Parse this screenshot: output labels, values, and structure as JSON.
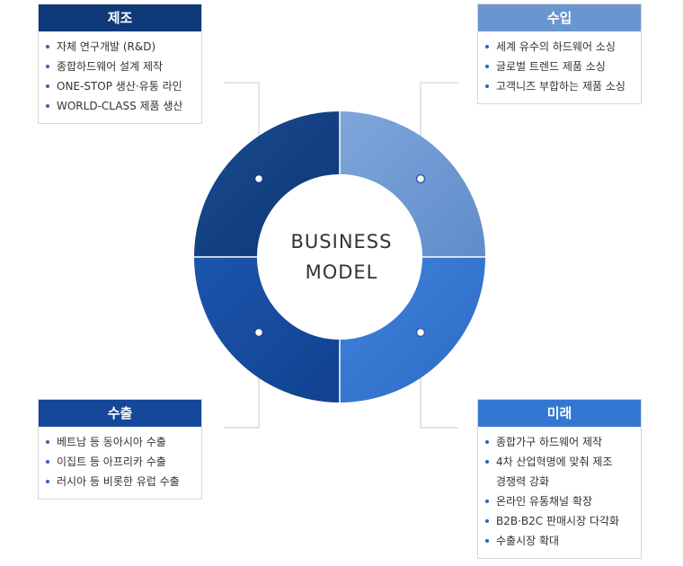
{
  "center": {
    "line1": "BUSINESS",
    "line2": "MODEL"
  },
  "colors": {
    "manufacturing": "#0e3a7a",
    "import": "#6a96cf",
    "export": "#15489a",
    "future": "#3477d2",
    "bullet": "#2a66c0"
  },
  "manufacturing": {
    "title": "제조",
    "items": [
      "자체 연구개발 (R&D)",
      "종합하드웨어 설계 제작",
      "ONE-STOP 생산·유통 라인",
      "WORLD-CLASS 제품 생산"
    ]
  },
  "import": {
    "title": "수입",
    "items": [
      "세계 유수의 하드웨어 소싱",
      "글로벌 트렌드 제품 소싱",
      "고객니즈 부합하는 제품 소싱"
    ]
  },
  "export": {
    "title": "수출",
    "items": [
      "베트남 등 동아시아 수출",
      "이집트 등 아프리카 수출",
      "러시아 등 비롯한 유럽 수출"
    ]
  },
  "future": {
    "title": "미래",
    "items": [
      "종합가구 하드웨어 제작",
      "4차 산업혁명에 맞춰 제조",
      "경쟁력 강화",
      "온라인 유통채널 확장",
      "B2B·B2C 판매시장 다각화",
      "수출시장 확대"
    ]
  }
}
